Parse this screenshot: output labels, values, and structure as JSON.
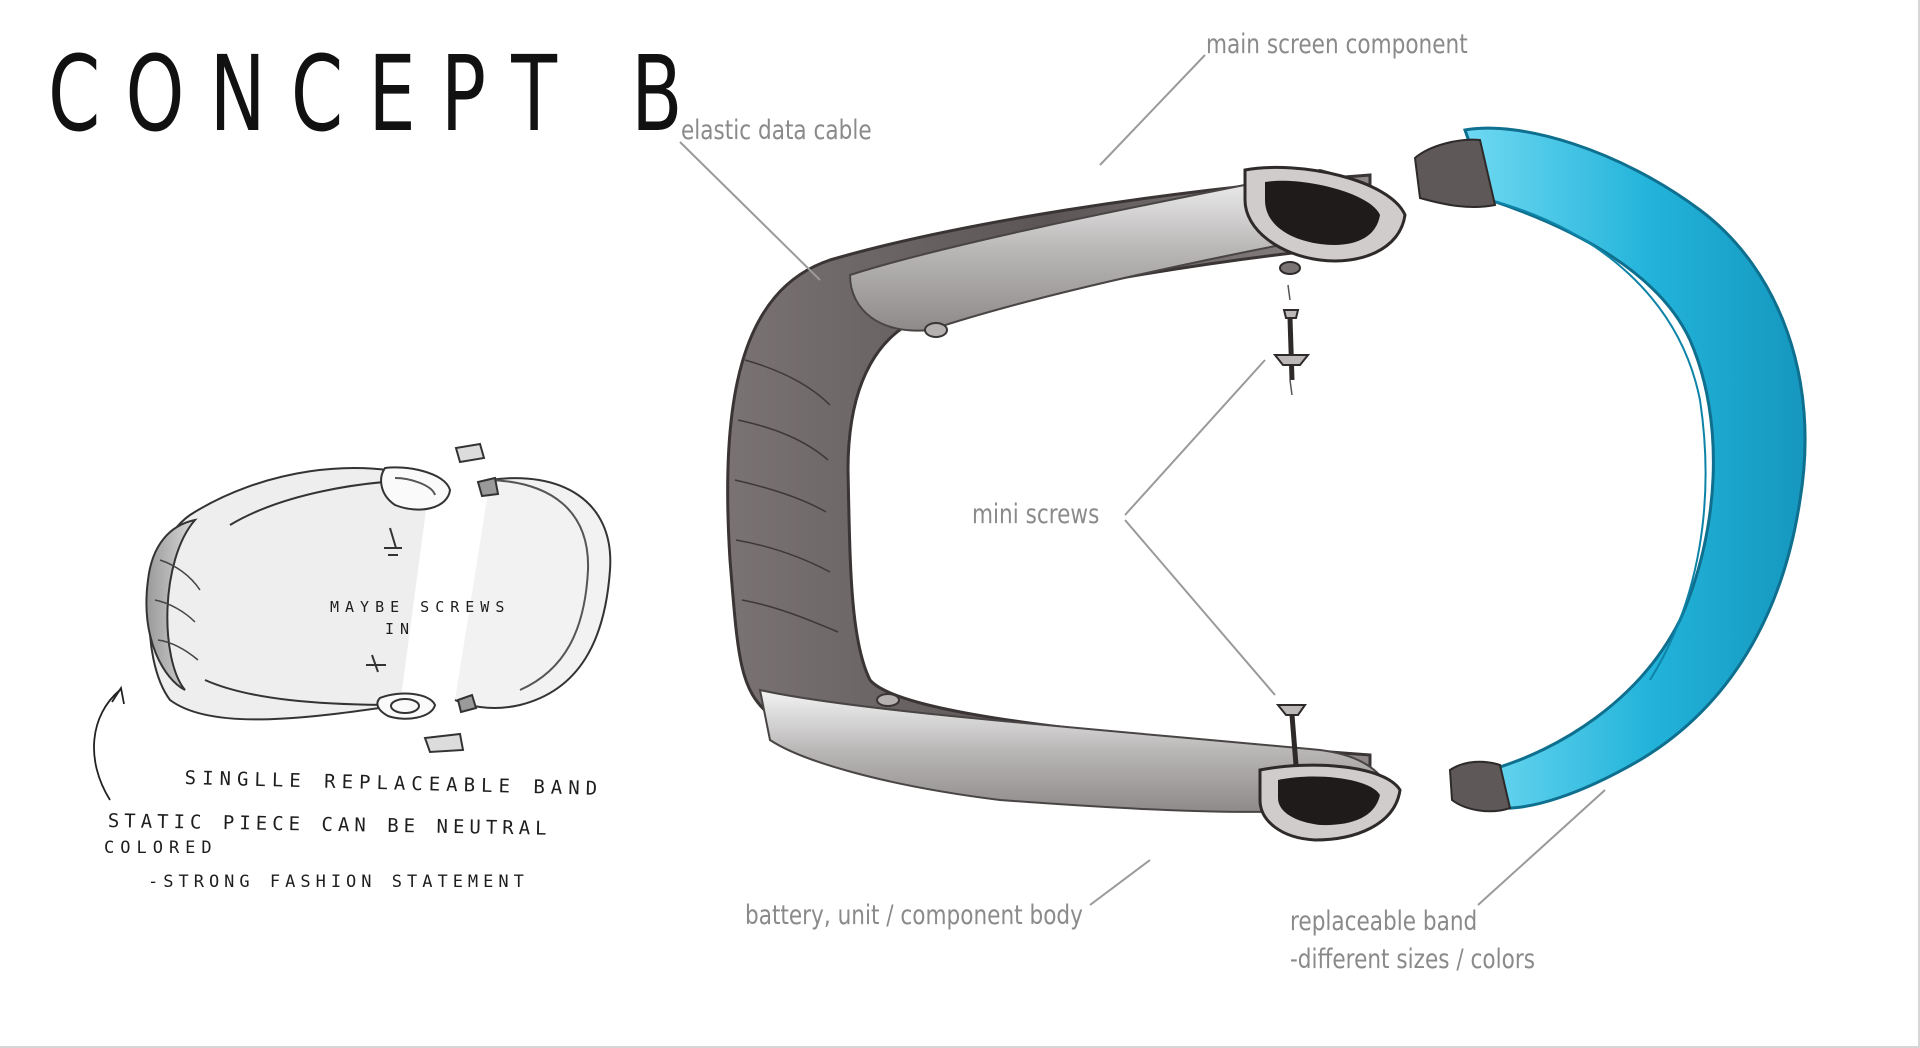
{
  "title": "CONCEPT B",
  "callouts": {
    "main_screen": "main screen component",
    "elastic_cable": "elastic data cable",
    "mini_screws": "mini screws",
    "battery_body": "battery, unit / component body",
    "replaceable_band_line1": "replaceable band",
    "replaceable_band_line2": "-different sizes / colors"
  },
  "sketch_notes": {
    "maybe_line1": "MAYBE SCREWS",
    "maybe_line2": "IN",
    "single_band": "SINGLLE REPLACEABLE BAND",
    "static_line1": "STATIC  PIECE  CAN  BE  NEUTRAL",
    "static_line2": "COLORED",
    "static_line3": "-STRONG  FASHION  STATEMENT"
  },
  "colors": {
    "band": "#2bb8dc",
    "body": "#6e6868",
    "callout_text": "#8a8a8a",
    "leader_line": "#9a9a9a"
  }
}
